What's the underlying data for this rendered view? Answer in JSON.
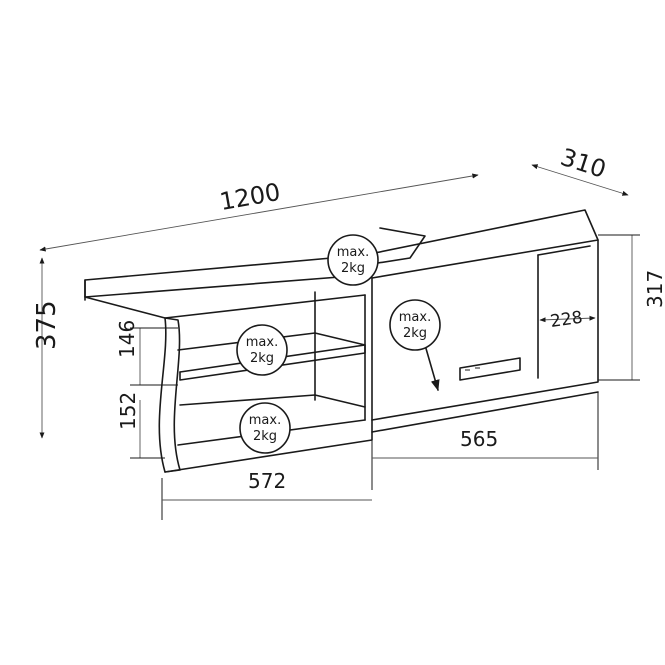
{
  "dimensions": {
    "width": "1200",
    "depth": "310",
    "height": "375",
    "shelf_upper": "146",
    "shelf_lower": "152",
    "open_section": "572",
    "door_section": "565",
    "inner_height": "317",
    "inner_depth": "228"
  },
  "load_badges": [
    {
      "line1": "max.",
      "line2": "2kg"
    },
    {
      "line1": "max.",
      "line2": "2kg"
    },
    {
      "line1": "max.",
      "line2": "2kg"
    },
    {
      "line1": "max.",
      "line2": "2kg"
    }
  ],
  "colors": {
    "stroke": "#1a1a1a",
    "dimension": "#555555"
  }
}
